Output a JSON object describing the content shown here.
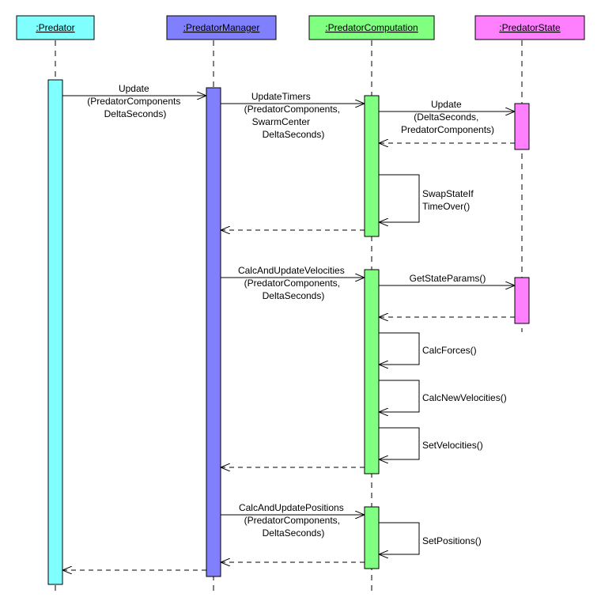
{
  "participants": [
    {
      "id": "predator",
      "label": ":Predator",
      "color": "#80ffff"
    },
    {
      "id": "manager",
      "label": ":PredatorManager",
      "color": "#8080ff"
    },
    {
      "id": "computation",
      "label": ":PredatorComputation",
      "color": "#80ff80"
    },
    {
      "id": "state",
      "label": ":PredatorState",
      "color": "#ff80ff"
    }
  ],
  "messages": [
    {
      "from": "predator",
      "to": "manager",
      "kind": "call",
      "lines": [
        "Update",
        "(PredatorComponents",
        "DeltaSeconds)"
      ]
    },
    {
      "from": "manager",
      "to": "computation",
      "kind": "call",
      "lines": [
        "UpdateTimers",
        "(PredatorComponents,",
        "SwarmCenter",
        "DeltaSeconds)"
      ]
    },
    {
      "from": "computation",
      "to": "state",
      "kind": "call",
      "lines": [
        "Update",
        "(DeltaSeconds,",
        "PredatorComponents)"
      ]
    },
    {
      "from": "state",
      "to": "computation",
      "kind": "return",
      "lines": []
    },
    {
      "from": "computation",
      "to": "computation",
      "kind": "self",
      "lines": [
        "SwapStateIf",
        "TimeOver()"
      ]
    },
    {
      "from": "computation",
      "to": "manager",
      "kind": "return",
      "lines": []
    },
    {
      "from": "manager",
      "to": "computation",
      "kind": "call",
      "lines": [
        "CalcAndUpdateVelocities",
        "(PredatorComponents,",
        "DeltaSeconds)"
      ]
    },
    {
      "from": "computation",
      "to": "state",
      "kind": "call",
      "lines": [
        "GetStateParams()"
      ]
    },
    {
      "from": "state",
      "to": "computation",
      "kind": "return",
      "lines": []
    },
    {
      "from": "computation",
      "to": "computation",
      "kind": "self",
      "lines": [
        "CalcForces()"
      ]
    },
    {
      "from": "computation",
      "to": "computation",
      "kind": "self",
      "lines": [
        "CalcNewVelocities()"
      ]
    },
    {
      "from": "computation",
      "to": "computation",
      "kind": "self",
      "lines": [
        "SetVelocities()"
      ]
    },
    {
      "from": "computation",
      "to": "manager",
      "kind": "return",
      "lines": []
    },
    {
      "from": "manager",
      "to": "computation",
      "kind": "call",
      "lines": [
        "CalcAndUpdatePositions",
        "(PredatorComponents,",
        "DeltaSeconds)"
      ]
    },
    {
      "from": "computation",
      "to": "computation",
      "kind": "self",
      "lines": [
        "SetPositions()"
      ]
    },
    {
      "from": "computation",
      "to": "manager",
      "kind": "return",
      "lines": []
    },
    {
      "from": "manager",
      "to": "predator",
      "kind": "return",
      "lines": []
    }
  ]
}
